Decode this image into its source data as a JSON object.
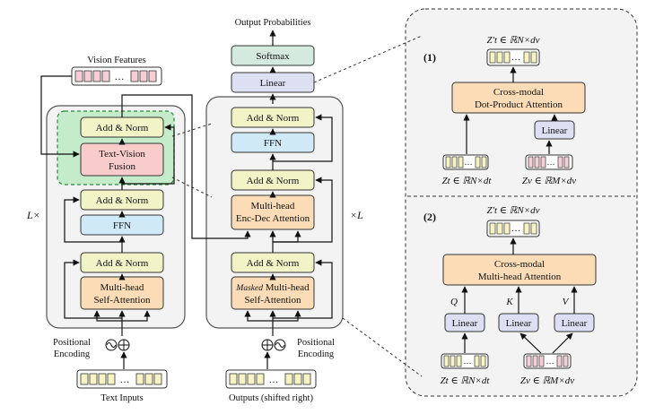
{
  "top": {
    "output_probabilities": "Output Probabilities",
    "softmax": "Softmax",
    "linear": "Linear"
  },
  "encoder": {
    "vision_features": "Vision Features",
    "add_norm": "Add & Norm",
    "fusion_line1": "Text-Vision",
    "fusion_line2": "Fusion",
    "ffn": "FFN",
    "mhsa_line1": "Multi-head",
    "mhsa_line2": "Self-Attention",
    "repeat": "L×",
    "pos_enc_line1": "Positional",
    "pos_enc_line2": "Encoding",
    "inputs": "Text Inputs"
  },
  "decoder": {
    "add_norm": "Add & Norm",
    "ffn": "FFN",
    "encdec_line1": "Multi-head",
    "encdec_line2": "Enc-Dec Attention",
    "masked_prefix": "Masked",
    "masked_rest": " Multi-head",
    "mmha_line2": "Self-Attention",
    "repeat": "×L",
    "pos_enc_line1": "Positional",
    "pos_enc_line2": "Encoding",
    "inputs": "Outputs (shifted right)"
  },
  "panel1": {
    "tag": "(1)",
    "output": "Z′t ∈ ℝN×dv",
    "attn_line1": "Cross-modal",
    "attn_line2": "Dot-Product Attention",
    "linear": "Linear",
    "zt": "Zt ∈ ℝN×dt",
    "zv": "Zv ∈ ℝM×dv"
  },
  "panel2": {
    "tag": "(2)",
    "output": "Z′t ∈ ℝN×dv",
    "attn_line1": "Cross-modal",
    "attn_line2": "Multi-head Attention",
    "q": "Q",
    "k": "K",
    "v": "V",
    "linear": "Linear",
    "zt": "Zt ∈ ℝN×dt",
    "zv": "Zv ∈ ℝM×dv"
  },
  "colors": {
    "add_norm": "#f2f4c8",
    "ffn": "#cfe9f7",
    "attention": "#fbdcb6",
    "fusion": "#f9cccc",
    "fusion_bg": "#c4eccb",
    "linear": "#dde0f2",
    "softmax": "#d4eadf",
    "text_token": "#f7f3c2",
    "vision_token": "#f6cfd6"
  }
}
